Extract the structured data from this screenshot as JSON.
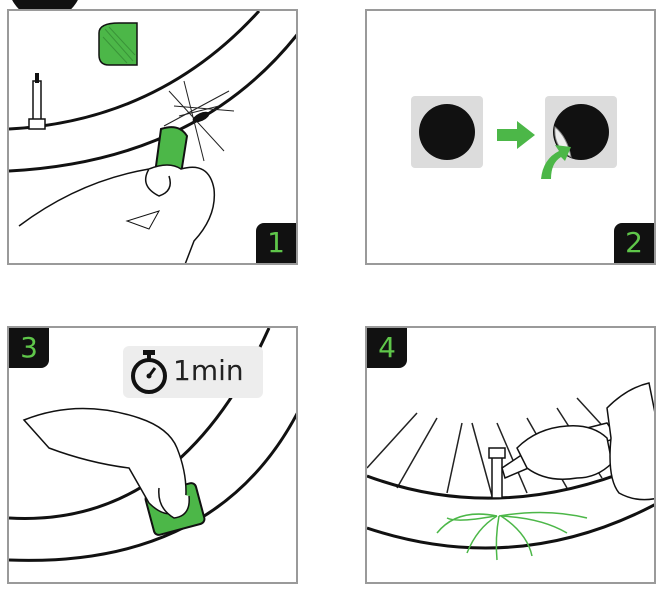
{
  "steps": [
    {
      "number": "1"
    },
    {
      "number": "2"
    },
    {
      "number": "3",
      "timer_label": "1min"
    },
    {
      "number": "4"
    }
  ],
  "colors": {
    "accent_green": "#4cb748",
    "badge_bg": "#111111",
    "badge_text": "#5fc64a",
    "panel_border": "#9a9a9a",
    "patch_bg": "#dcdcdc"
  },
  "icons": [
    "valve-icon",
    "sandpaper-icon",
    "patch-icon",
    "arrow-right-icon",
    "peel-arrow-icon",
    "stopwatch-icon",
    "pump-icon"
  ]
}
